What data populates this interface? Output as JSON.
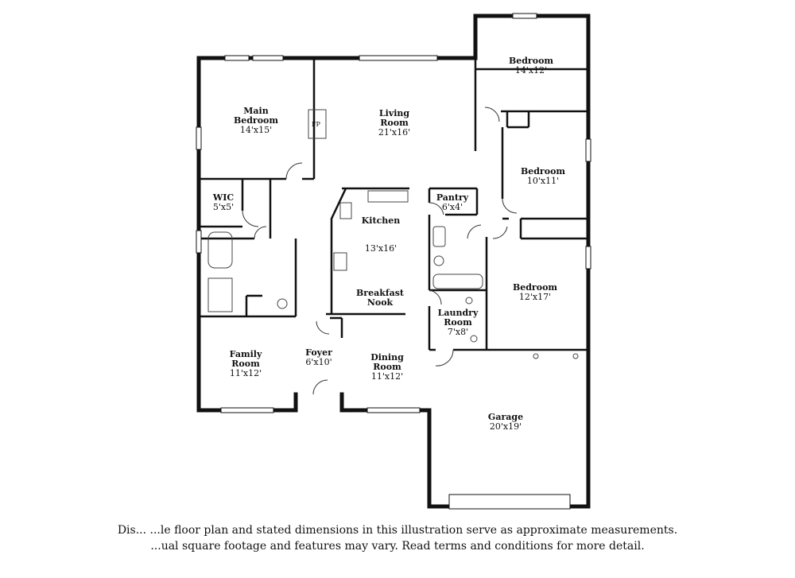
{
  "rooms": {
    "bedroom_top": {
      "name": "Bedroom",
      "dims": "14'x12'"
    },
    "main_bedroom": {
      "name": "Main Bedroom",
      "dims": "14'x15'"
    },
    "living_room": {
      "name": "Living Room",
      "dims": "21'x16'"
    },
    "bedroom_mid": {
      "name": "Bedroom",
      "dims": "10'x11'"
    },
    "wic": {
      "name": "WIC",
      "dims": "5'x5'"
    },
    "pantry": {
      "name": "Pantry",
      "dims": "6'x4'"
    },
    "kitchen": {
      "name": "Kitchen",
      "dims": "13'x16'"
    },
    "breakfast": {
      "name": "Breakfast Nook",
      "dims": ""
    },
    "bedroom_right": {
      "name": "Bedroom",
      "dims": "12'x17'"
    },
    "laundry": {
      "name": "Laundry Room",
      "dims": "7'x8'"
    },
    "family_room": {
      "name": "Family Room",
      "dims": "11'x12'"
    },
    "foyer": {
      "name": "Foyer",
      "dims": "6'x10'"
    },
    "dining_room": {
      "name": "Dining Room",
      "dims": "11'x12'"
    },
    "garage": {
      "name": "Garage",
      "dims": "20'x19'"
    }
  },
  "fireplace": "FP",
  "disclaimer": {
    "line1": "Dis... ...le floor plan and stated dimensions in this illustration serve as approximate measurements.",
    "line2": "...ual square footage and features may vary. Read terms and conditions for more detail."
  },
  "colors": {
    "wall": "#111111",
    "fixture": "#444444",
    "background": "#ffffff"
  }
}
